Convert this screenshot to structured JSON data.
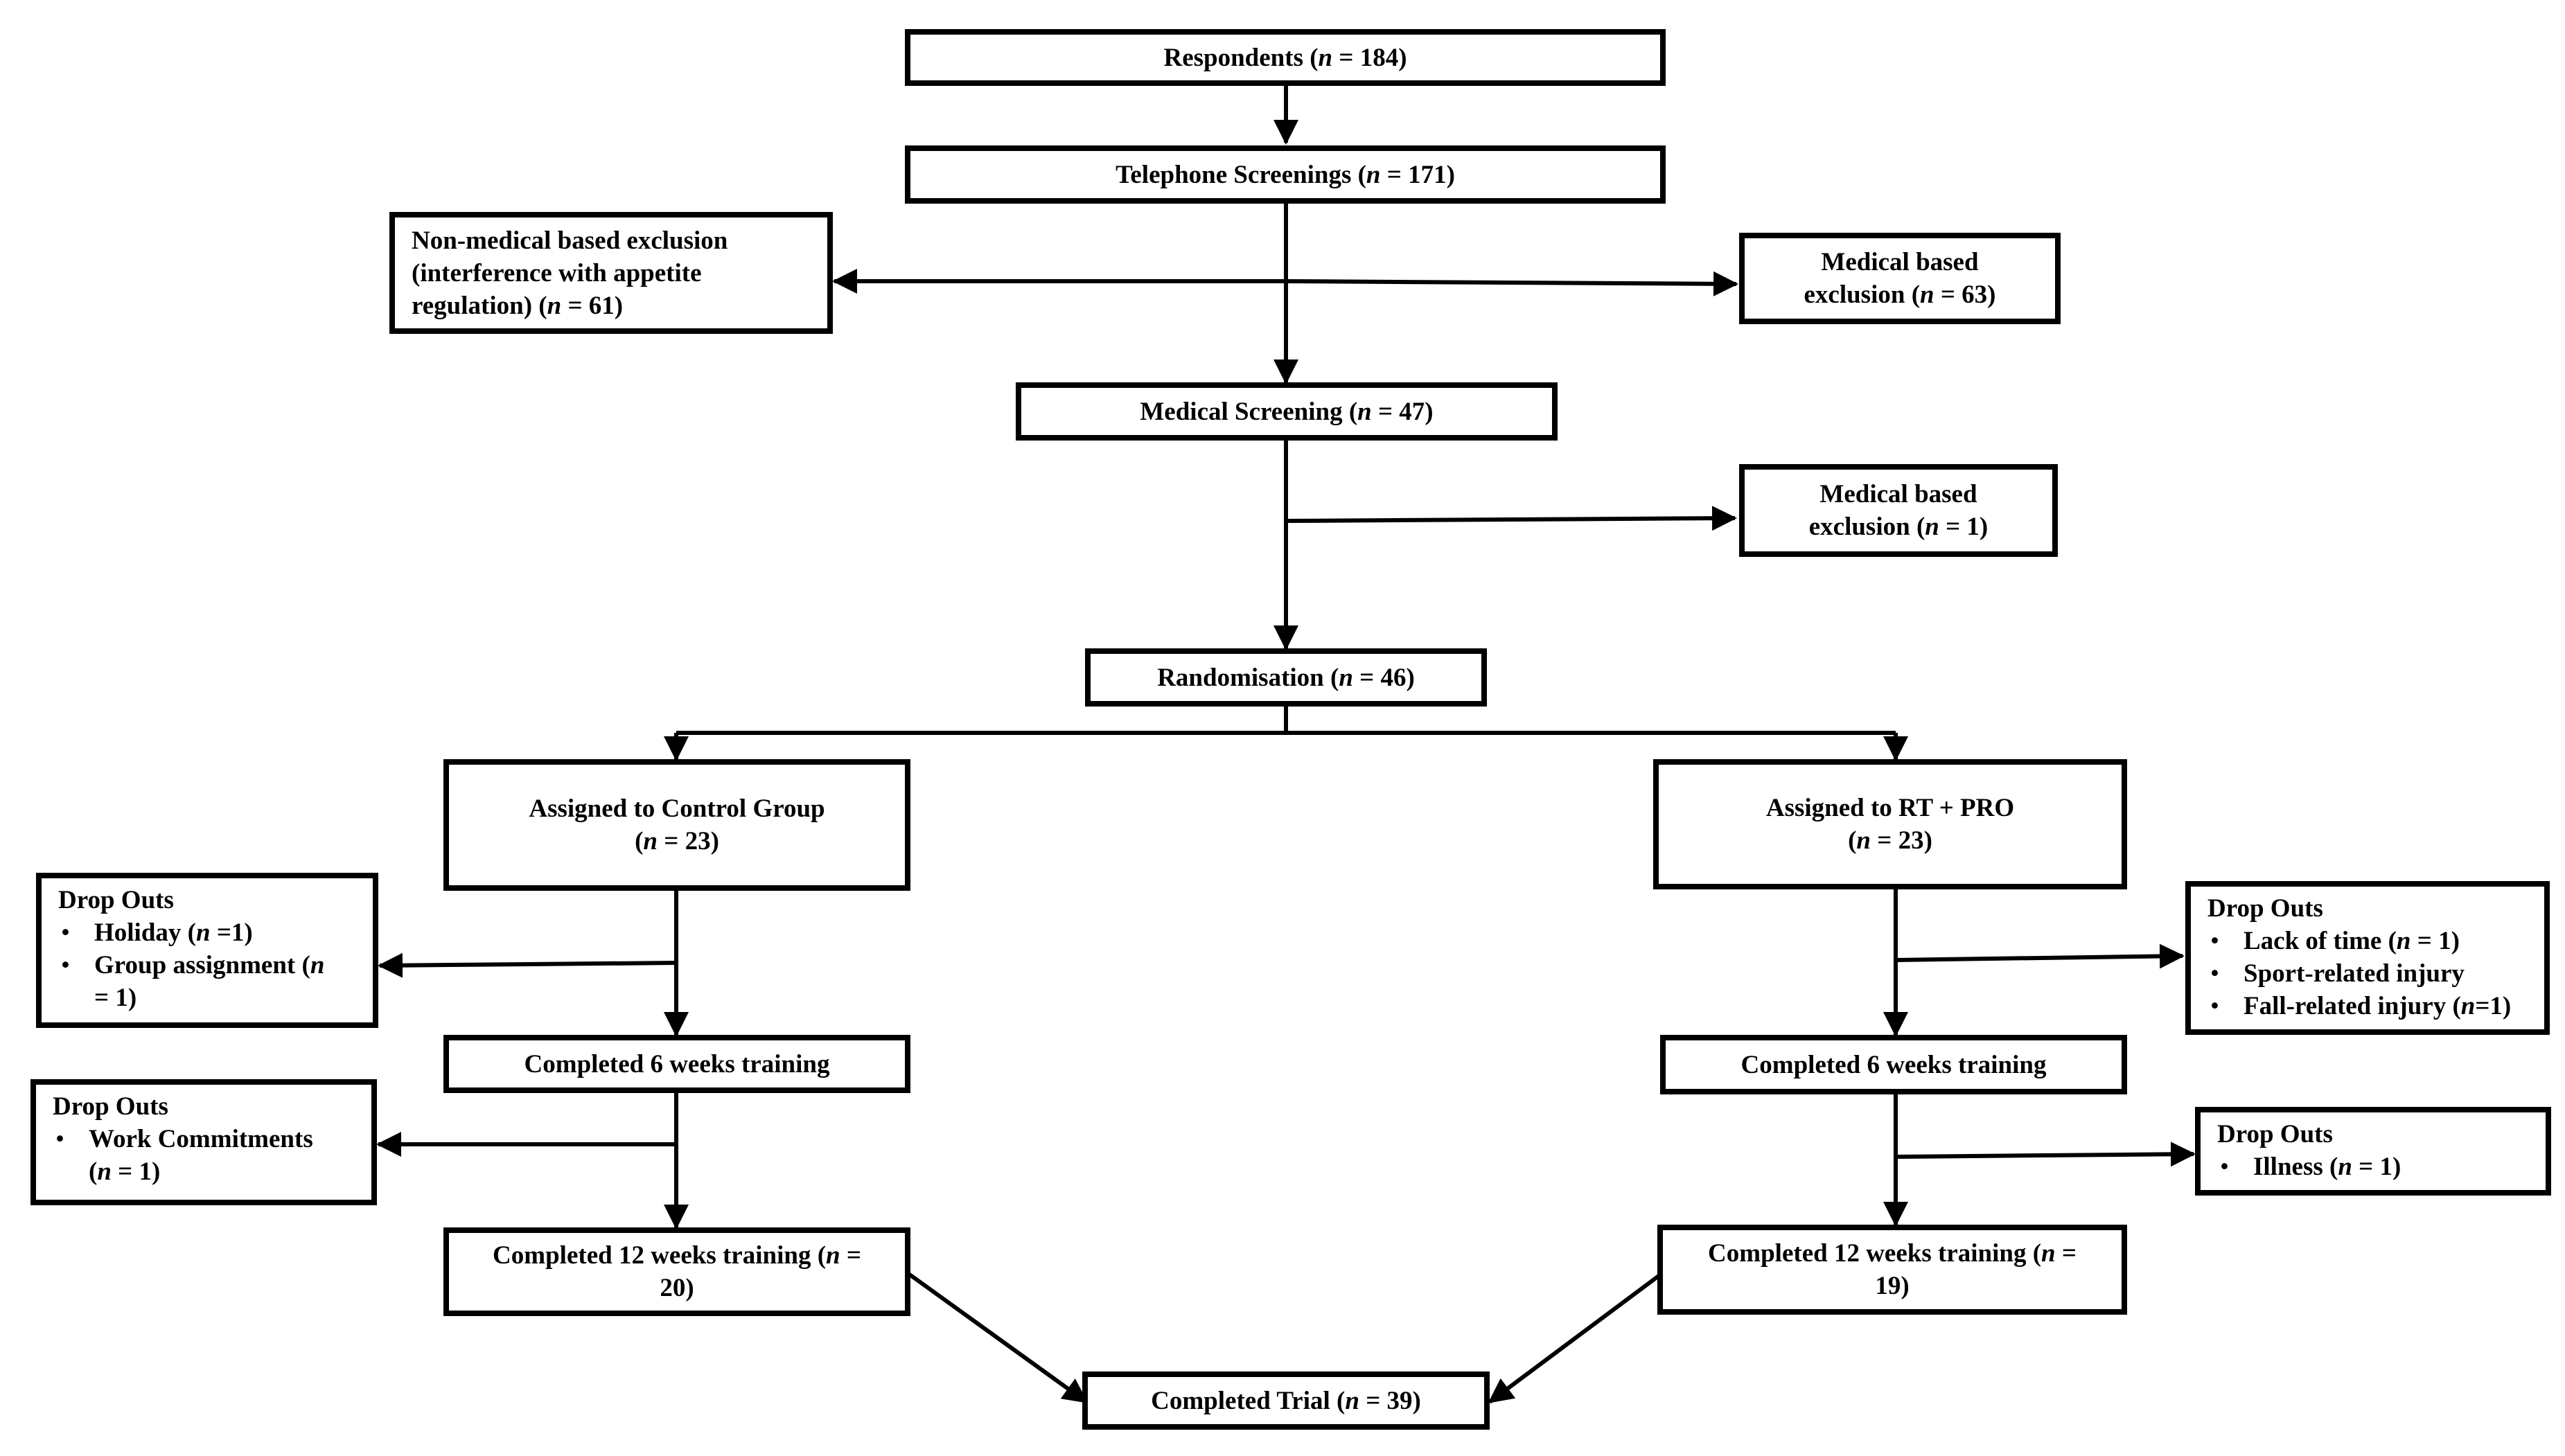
{
  "nodes": {
    "respondents": {
      "label": "Respondents (",
      "n": "n",
      "eq": " = 184)"
    },
    "telephone": {
      "label": "Telephone Screenings (",
      "n": "n",
      "eq": " = 171)"
    },
    "nonmedical": {
      "line1": "Non-medical based exclusion",
      "line2": "(interference with appetite",
      "line3a": "regulation) (",
      "n": "n",
      "line3b": " = 61)"
    },
    "medical1": {
      "line1": "Medical based",
      "line2a": "exclusion (",
      "n": "n",
      "line2b": " = 63)"
    },
    "medical_screening": {
      "label": "Medical Screening (",
      "n": "n",
      "eq": " = 47)"
    },
    "medical2": {
      "line1": "Medical based",
      "line2a": "exclusion (",
      "n": "n",
      "line2b": " = 1)"
    },
    "randomisation": {
      "label": "Randomisation (",
      "n": "n",
      "eq": " = 46)"
    },
    "control": {
      "line1": "Assigned to Control Group",
      "line2a": "(",
      "n": "n",
      "line2b": " = 23)"
    },
    "rtpro": {
      "line1": "Assigned to RT + PRO",
      "line2a": "(",
      "n": "n",
      "line2b": " = 23)"
    },
    "dropouts_control_1": {
      "title": "Drop Outs",
      "items": [
        {
          "a": "Holiday (",
          "n": "n",
          "b": " =1)"
        },
        {
          "a": "Group assignment (",
          "n": "n",
          "b": ""
        },
        {
          "a": "= 1)",
          "n": "",
          "b": ""
        }
      ]
    },
    "dropouts_rtpro_1": {
      "title": "Drop Outs",
      "items": [
        {
          "a": "Lack of time (",
          "n": "n",
          "b": " = 1)"
        },
        {
          "a": "Sport-related injury",
          "n": "",
          "b": ""
        },
        {
          "a": "Fall-related injury (",
          "n": "n",
          "b": "=1)"
        }
      ]
    },
    "control_6wk": {
      "label": "Completed 6 weeks training"
    },
    "rtpro_6wk": {
      "label": "Completed 6 weeks training"
    },
    "dropouts_control_2": {
      "title": "Drop Outs",
      "items": [
        {
          "a": "Work Commitments",
          "n": "",
          "b": ""
        },
        {
          "a": "(",
          "n": "n",
          "b": " = 1)"
        }
      ]
    },
    "dropouts_rtpro_2": {
      "title": "Drop Outs",
      "items": [
        {
          "a": "Illness (",
          "n": "n",
          "b": " = 1)"
        }
      ]
    },
    "control_12wk": {
      "line1a": "Completed 12 weeks training (",
      "n": "n",
      "line1b": " =",
      "line2": "20)"
    },
    "rtpro_12wk": {
      "line1a": "Completed 12 weeks training (",
      "n": "n",
      "line1b": " =",
      "line2": "19)"
    },
    "completed_trial": {
      "label": "Completed Trial (",
      "n": "n",
      "eq": " = 39)"
    }
  },
  "colors": {
    "stroke": "#000000",
    "background": "#ffffff"
  }
}
